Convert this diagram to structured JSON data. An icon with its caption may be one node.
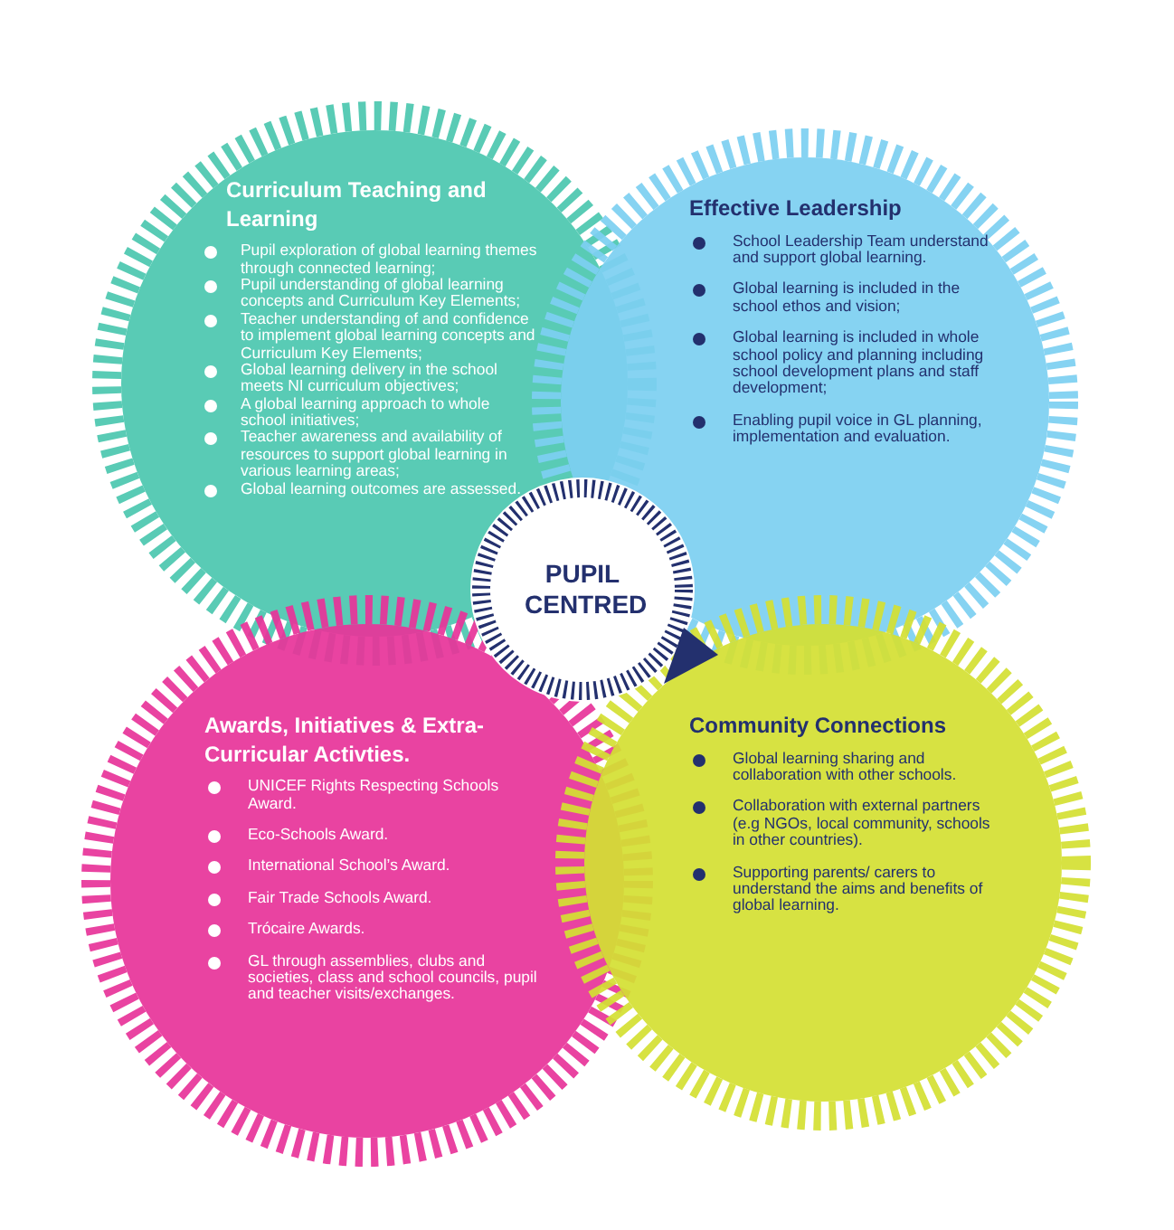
{
  "diagram": {
    "nodes": [
      {
        "text": [
          "Curriculum Teaching and Learning",
          "Pupil exploration of global learning themes through connected learning;",
          "Pupil understanding of global learning concepts and Curriculum Key Elements;",
          "Teacher understanding of and confidence to implement global learning concepts and Curriculum Key Elements;",
          "Global learning delivery in the school meets NI curriculum objectives;",
          "A global learning approach to whole school initiatives;",
          "Teacher awareness and availability of resources to support global learning in various learning areas;",
          "Global learning outcomes are assessed."
        ]
      },
      {
        "text": [
          "Effective Leadership",
          "School Leadership Team understand and support global learning.",
          "Global learning is included in the school ethos and vision;",
          "Global learning is included in whole school policy and planning including school development plans and staff development;",
          "Enabling pupil voice in GL planning, implementation and evaluation."
        ]
      },
      {
        "text": [
          "PUPIL CENTRED"
        ]
      },
      {
        "text": [
          "Awards, Initiatives & Extra-Curricular Activties.",
          "UNICEF Rights Respecting Schools Award.",
          "Eco-Schools Award.",
          "International School’s Award.",
          "Fair Trade Schools Award.",
          "Trócaire Awards.",
          "GL through assemblies, clubs and societies, class and school councils, pupil and teacher visits/exchanges."
        ]
      },
      {
        "text": [
          "Community Connections",
          "Global learning sharing and collaboration with other schools.",
          "Collaboration with external partners (e.g NGOs, local community, schools in other countries).",
          "Supporting parents/ carers to understand the aims and benefits of global learning."
        ]
      }
    ]
  }
}
